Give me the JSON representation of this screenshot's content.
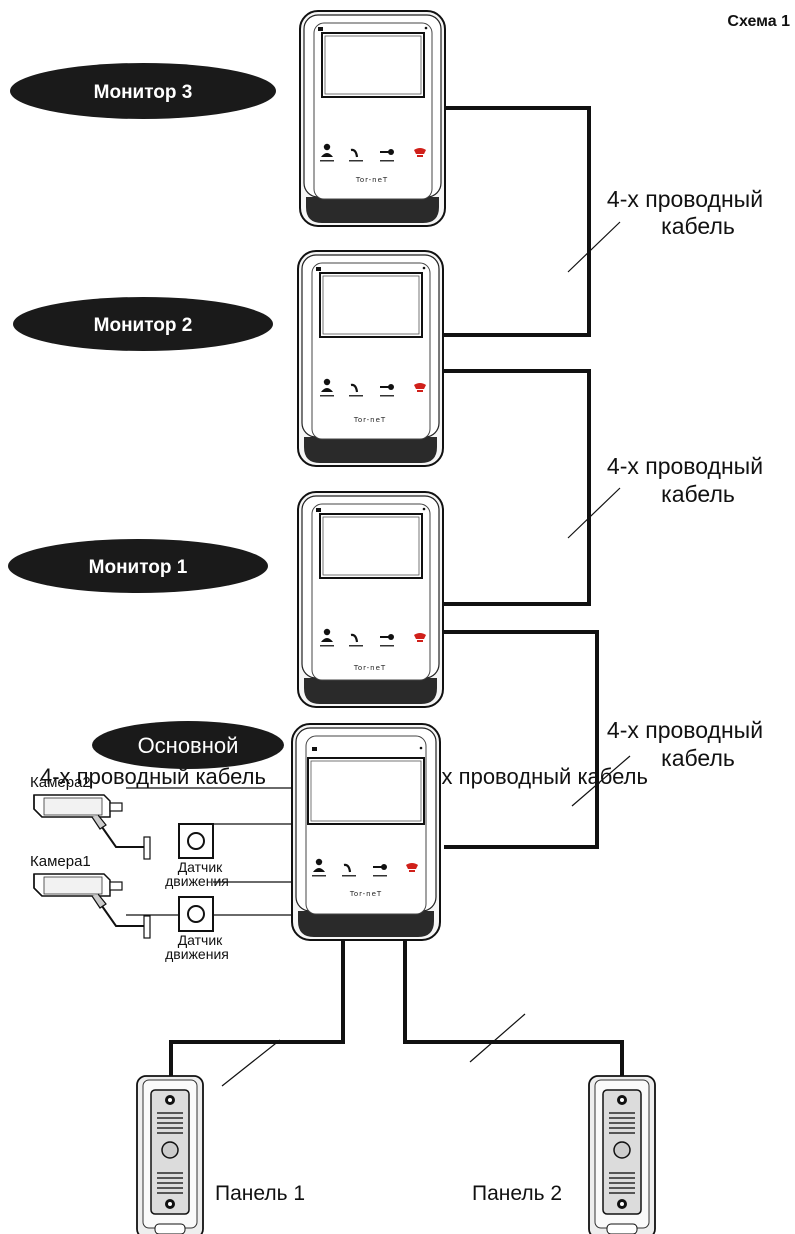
{
  "scheme_title": "Схема 1",
  "monitors": [
    {
      "label": "Монитор 3",
      "brand": "Tor-neT"
    },
    {
      "label": "Монитор 2",
      "brand": "Tor-neT"
    },
    {
      "label": "Монитор 1",
      "brand": "Tor-neT"
    },
    {
      "label": "Основной",
      "brand": "Tor-neT"
    }
  ],
  "cable_labels": {
    "line1": "4-х проводный",
    "line2": "кабель",
    "single_line": "4-х проводный кабель"
  },
  "cameras": [
    {
      "label": "Камера2",
      "sensor_line1": "Датчик",
      "sensor_line2": "движения"
    },
    {
      "label": "Камера1",
      "sensor_line1": "Датчик",
      "sensor_line2": "движения"
    }
  ],
  "panels": [
    {
      "label": "Панель 1"
    },
    {
      "label": "Панель 2"
    }
  ],
  "colors": {
    "pill": "#1a1a1a",
    "handset_red": "#d0201a",
    "wire": "#111111"
  },
  "icons": [
    "user-icon",
    "handset-icon",
    "key-icon",
    "hangup-icon"
  ]
}
